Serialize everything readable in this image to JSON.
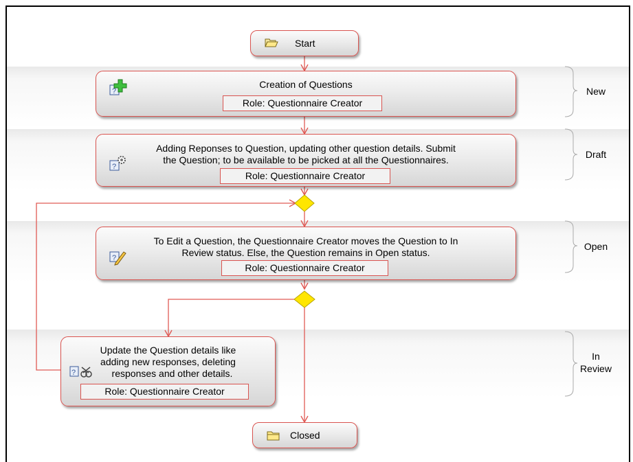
{
  "start": {
    "label": "Start"
  },
  "closed": {
    "label": "Closed"
  },
  "steps": [
    {
      "text": "Creation of Questions",
      "role": "Role: Questionnaire Creator",
      "icon": "question-add-icon"
    },
    {
      "text_line1": "Adding Reponses to Question, updating other question details. Submit",
      "text_line2": "the Question; to be available to be picked at all the Questionnaires.",
      "role": "Role: Questionnaire Creator",
      "icon": "question-settings-icon"
    },
    {
      "text_line1": "To Edit a Question, the Questionnaire Creator moves the Question to In",
      "text_line2": "Review status. Else, the Question remains in Open status.",
      "role": "Role: Questionnaire Creator",
      "icon": "question-edit-icon"
    },
    {
      "text_line1": "Update the Question details like",
      "text_line2": "adding new responses, deleting",
      "text_line3": "responses and other details.",
      "role": "Role: Questionnaire Creator",
      "icon": "question-tools-icon"
    }
  ],
  "states": {
    "new": "New",
    "draft": "Draft",
    "open": "Open",
    "in_review_line1": "In",
    "in_review_line2": "Review"
  },
  "colors": {
    "connector": "#e05a55",
    "decision_fill": "#ffe600",
    "decision_stroke": "#b8a400"
  }
}
